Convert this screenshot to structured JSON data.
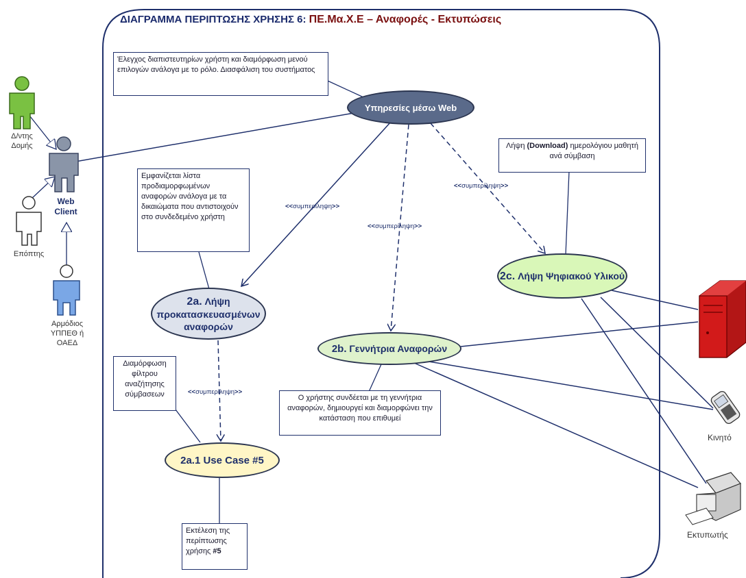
{
  "title": {
    "prefix": "ΔΙΑΓΡΑΜΜΑ ΠΕΡΙΠΤΩΣΗΣ ΧΡΗΣΗΣ 6:",
    "highlight": "ΠΕ.Μα.Χ.Ε – Αναφορές - Εκτυπώσεις"
  },
  "actors": {
    "admin": "Δ/ντης Δομής",
    "supervisor": "Επόπτης",
    "ministry_line1": "Αρμόδιος",
    "ministry_line2": "ΥΠΠΕΘ ή",
    "ministry_line3": "ΟΑΕΔ",
    "web_client_line1": "Web",
    "web_client_line2": "Client"
  },
  "use_cases": {
    "web": "Υπηρεσίες μέσω Web",
    "uc2a_num": "2a.",
    "uc2a_text": "Λήψη προκατασκευασμένων αναφορών",
    "uc2b_num": "2b.",
    "uc2b_text": "Γεννήτρια Αναφορών",
    "uc2c_num": "2c.",
    "uc2c_text": "Λήψη Ψηφιακού Υλικού",
    "uc2a1": "2a.1 Use Case #5"
  },
  "notes": {
    "security": "Έλεγχος διαπιστευτηρίων χρήστη και διαμόρφωση μενού επιλογών ανάλογα με το ρόλο. Διασφάλιση του συστήματος",
    "reports_list": "Εμφανίζεται λίστα προδιαμορφωμένων αναφορών ανάλογα με τα δικαιώματα που αντιστοιχούν στο συνδεδεμένο χρήστη",
    "download_pre": "Λήψη ",
    "download_bold": "(Download)",
    "download_post": " ημερολόγιου μαθητή ανά σύμβαση",
    "filter": "Διαμόρφωση φίλτρου αναζήτησης σύμβασεων",
    "generator": "Ο χρήστης συνδέεται με τη γεννήτρια αναφορών, δημιουργεί και διαμορφώνει την κατάσταση που επιθυμεί",
    "execute": "Εκτέλεση της περίπτωσης χρήσης ",
    "execute_bold": "#5"
  },
  "include_label": "συμπερίληψη",
  "devices": {
    "mobile": "Κινητό",
    "printer": "Εκτυπωτής"
  },
  "colors": {
    "border": "#1e2f6b",
    "title_highlight": "#7a1010",
    "server": "#d21a1a"
  }
}
